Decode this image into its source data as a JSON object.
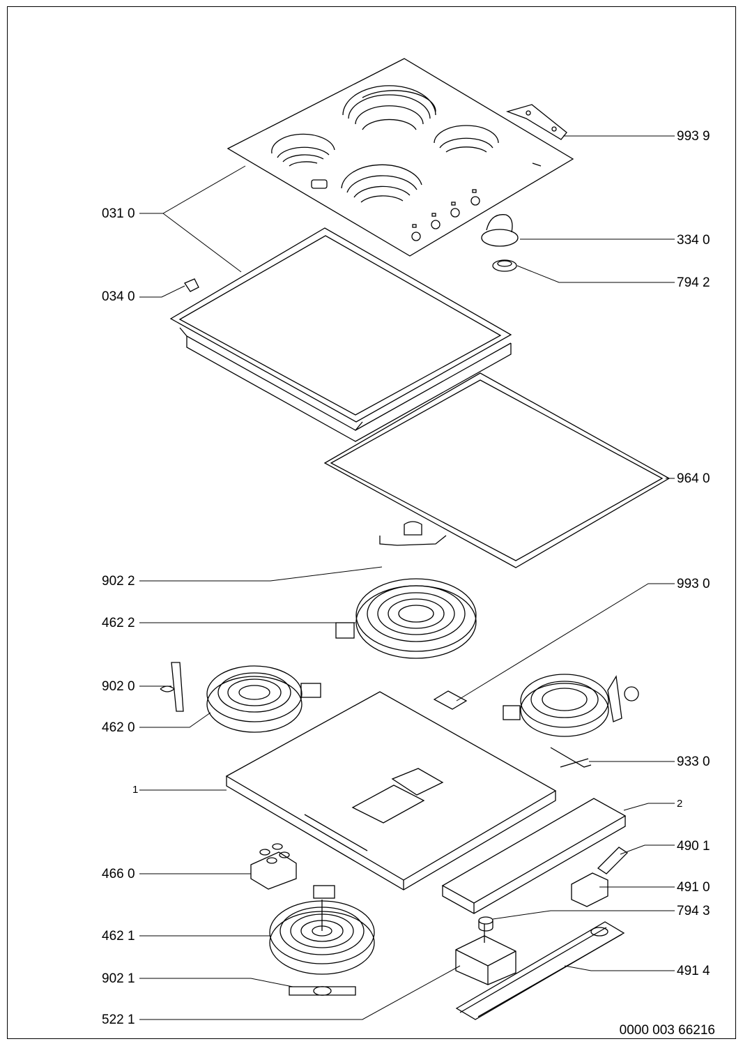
{
  "labels": {
    "p9939": "993 9",
    "p0310": "031 0",
    "p3340": "334 0",
    "p0340": "034 0",
    "p7942": "794 2",
    "p9640": "964 0",
    "p9022": "902 2",
    "p9930": "993 0",
    "p4622": "462 2",
    "p9020": "902 0",
    "p4620": "462 0",
    "p9330": "933 0",
    "p1": "1",
    "p2": "2",
    "p4901": "490 1",
    "p4660": "466 0",
    "p4910": "491 0",
    "p7943": "794 3",
    "p4621": "462 1",
    "p4914": "491 4",
    "p9021": "902 1",
    "p5221": "522 1"
  },
  "document_number": "0000 003 66216",
  "colors": {
    "line": "#000000",
    "background": "#ffffff"
  }
}
